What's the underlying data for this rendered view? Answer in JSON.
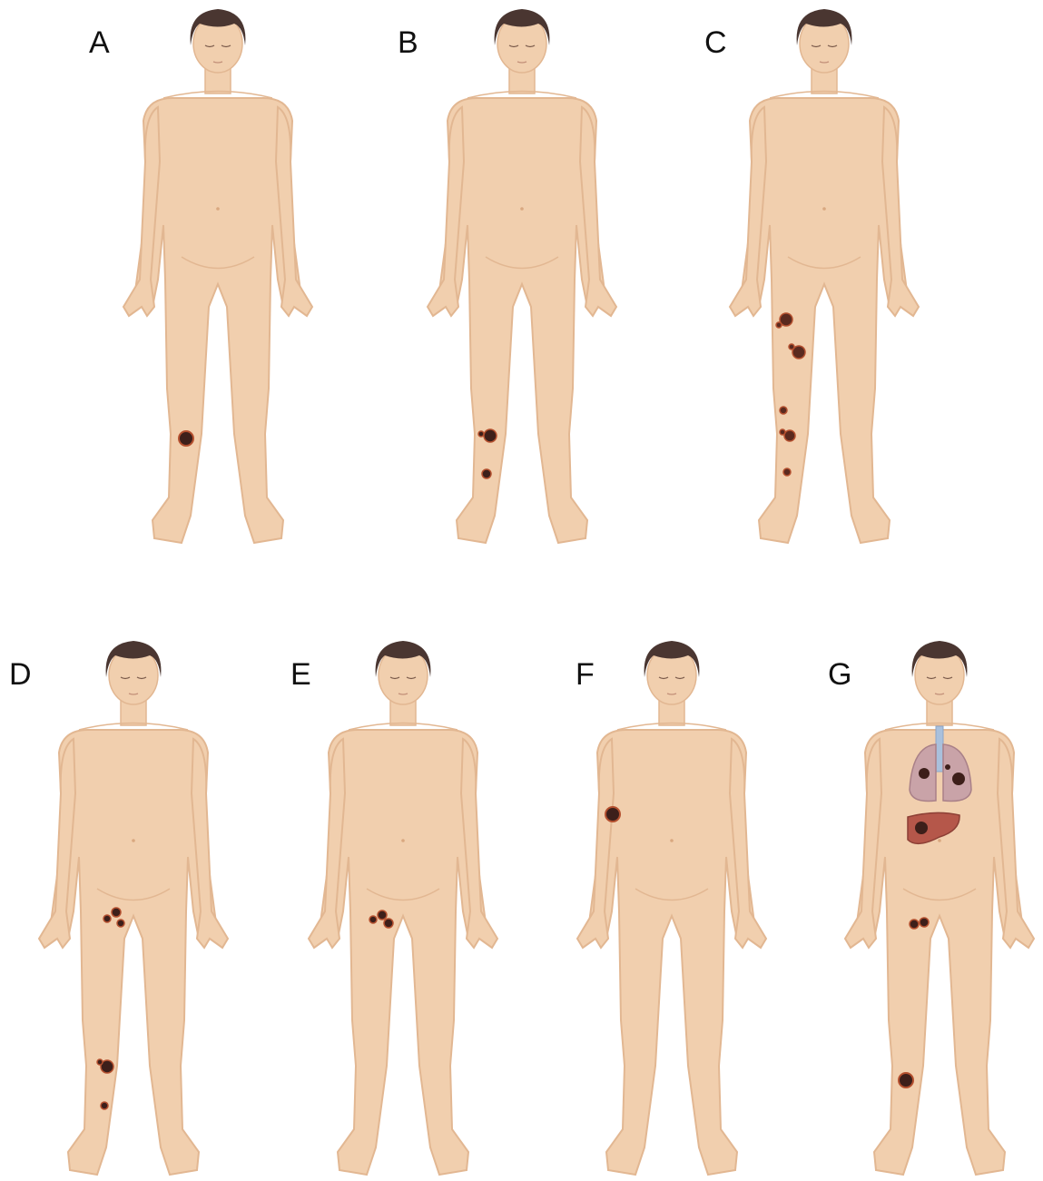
{
  "panels": [
    {
      "label": "A",
      "lesions": [
        "primary-tumor-lower-leg"
      ]
    },
    {
      "label": "B",
      "lesions": [
        "satellite-lesions-lower-leg"
      ]
    },
    {
      "label": "C",
      "lesions": [
        "in-transit-lesions-leg"
      ]
    },
    {
      "label": "D",
      "lesions": [
        "satellite-lesions-lower-leg",
        "regional-lymph-node-groin"
      ]
    },
    {
      "label": "E",
      "lesions": [
        "regional-lymph-node-groin"
      ]
    },
    {
      "label": "F",
      "lesions": [
        "distant-skin-metastasis-arm"
      ]
    },
    {
      "label": "G",
      "lesions": [
        "primary-tumor-lower-leg",
        "regional-lymph-node-groin",
        "lung-metastases",
        "liver-metastasis"
      ]
    }
  ],
  "colors": {
    "skin": "#f1cfae",
    "skin_outline": "#e2b792",
    "hair": "#4a3631",
    "lesion": "#3d1f1a",
    "lesion_rim": "#b4502f",
    "lung": "#c9a3a8",
    "trachea": "#a9c0dc",
    "liver": "#b5574a"
  }
}
